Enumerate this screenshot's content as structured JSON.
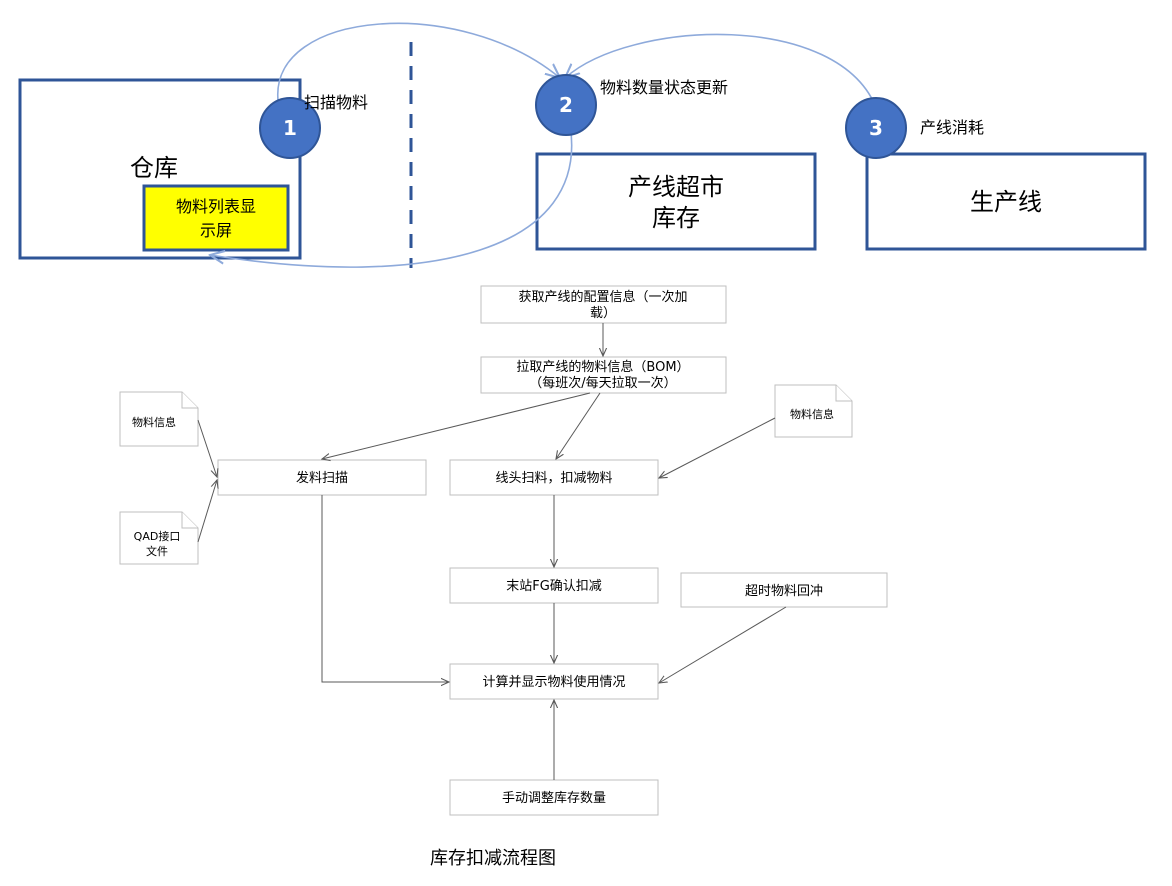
{
  "top": {
    "warehouse": "仓库",
    "screen_line1": "物料列表显",
    "screen_line2": "示屏",
    "supermarket_line1": "产线超市",
    "supermarket_line2": "库存",
    "production_line": "生产线",
    "step1_num": "1",
    "step1_label": "扫描物料",
    "step2_num": "2",
    "step2_label": "物料数量状态更新",
    "step3_num": "3",
    "step3_label": "产线消耗"
  },
  "flow": {
    "get_config_line1": "获取产线的配置信息（一次加",
    "get_config_line2": "载）",
    "pull_bom_line1": "拉取产线的物料信息（BOM）",
    "pull_bom_line2": "（每班次/每天拉取一次）",
    "doc_material_info_left": "物料信息",
    "doc_qad_line1": "QAD接口",
    "doc_qad_line2": "文件",
    "doc_material_info_right": "物料信息",
    "issue_scan": "发料扫描",
    "line_scan": "线头扫料，扣减物料",
    "fg_confirm": "末站FG确认扣减",
    "timeout_backflush": "超时物料回冲",
    "calc_display": "计算并显示物料使用情况",
    "manual_adjust": "手动调整库存数量"
  },
  "caption": "库存扣减流程图",
  "colors": {
    "zone_border": "#2f5597",
    "screen_fill": "#ffff00",
    "step_circle": "#4472c4",
    "curve": "#8eaadb",
    "flow_border": "#bfbfbf"
  }
}
